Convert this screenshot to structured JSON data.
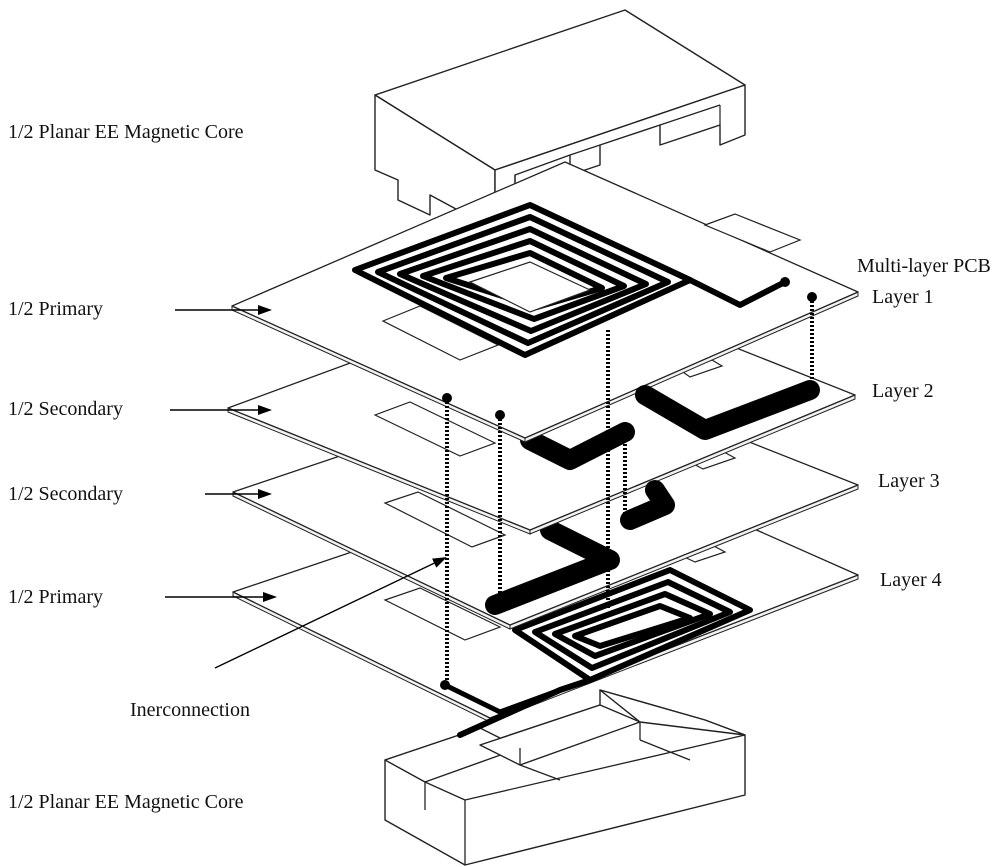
{
  "labels": {
    "top_core": "1/2 Planar EE Magnetic Core",
    "bottom_core": "1/2 Planar EE Magnetic Core",
    "pcb": "Multi-layer  PCB",
    "layer1": "Layer 1",
    "layer2": "Layer 2",
    "layer3": "Layer 3",
    "layer4": "Layer 4",
    "primary_top": "1/2  Primary",
    "secondary_1": "1/2  Secondary",
    "secondary_2": "1/2  Secondary",
    "primary_bottom": "1/2  Primary",
    "interconnection": "Inerconnection"
  },
  "colors": {
    "trace": "#000000",
    "outline": "#222222",
    "background": "#ffffff"
  }
}
